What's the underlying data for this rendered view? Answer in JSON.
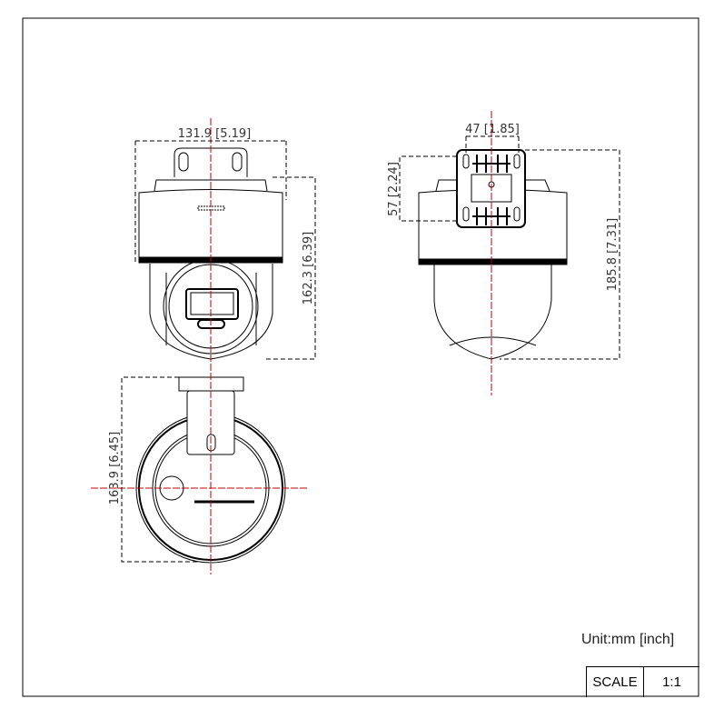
{
  "drawing": {
    "front_view": {
      "width_dim": "131.9 [5.19]",
      "height_dim": "162.3 [6.39]"
    },
    "side_view": {
      "bracket_width_dim": "47 [1.85]",
      "bracket_height_dim": "57 [2.24]",
      "height_dim": "185.8 [7.31]"
    },
    "bottom_view": {
      "depth_dim": "163.9 [6.45]"
    }
  },
  "title_block": {
    "unit": "Unit:mm [inch]",
    "scale_label": "SCALE",
    "scale_value": "1:1"
  },
  "colors": {
    "centerline": "#c00000",
    "line": "#000000"
  }
}
